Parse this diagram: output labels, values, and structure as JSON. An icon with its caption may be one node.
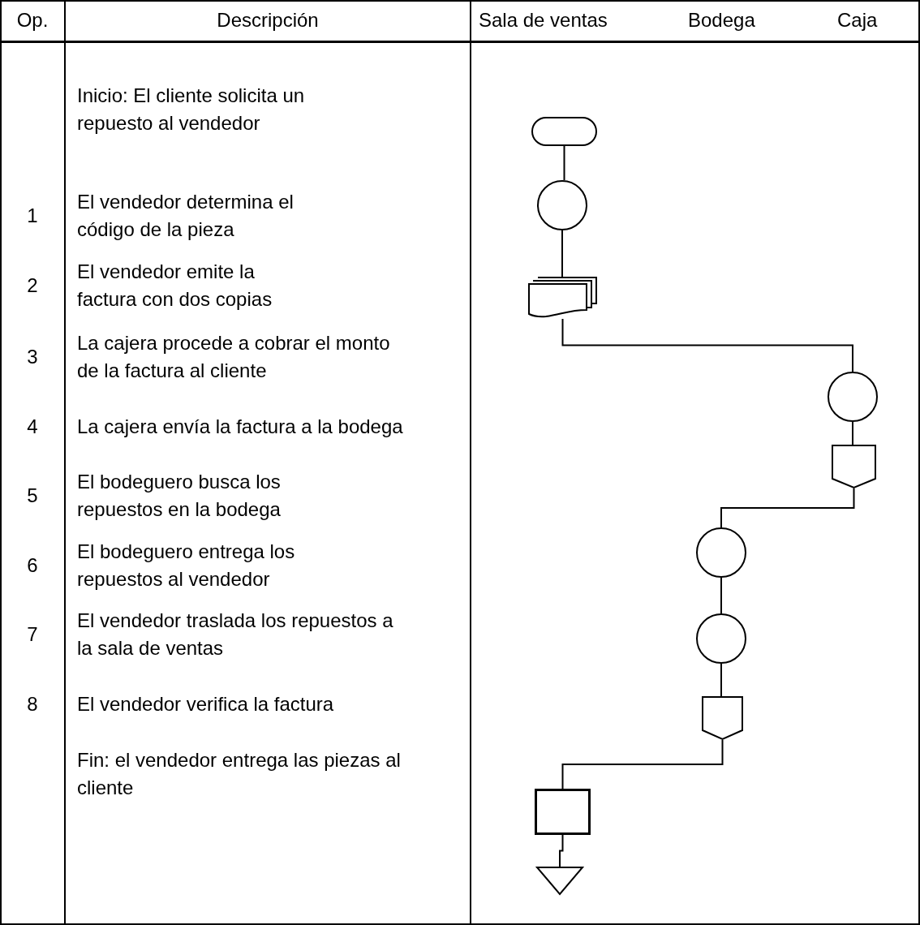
{
  "diagram": {
    "nodes": [
      {
        "text": [],
        "shape": "oval"
      },
      {
        "text": [],
        "shape": "circle"
      },
      {
        "text": [],
        "shape": "document"
      },
      {
        "text": [],
        "shape": "circle"
      },
      {
        "text": [],
        "shape": "pentagon"
      },
      {
        "text": [],
        "shape": "circle"
      },
      {
        "text": [],
        "shape": "circle"
      },
      {
        "text": [],
        "shape": "pentagon"
      },
      {
        "text": [],
        "shape": "box"
      },
      {
        "text": [],
        "shape": "triangle"
      }
    ],
    "edges": [
      {
        "from": 0,
        "to": 1,
        "arrow": "none"
      },
      {
        "from": 1,
        "to": 2,
        "arrow": "none"
      },
      {
        "from": 2,
        "to": 3,
        "arrow": "none"
      },
      {
        "from": 3,
        "to": 4,
        "arrow": "none"
      },
      {
        "from": 4,
        "to": 5,
        "arrow": "none"
      },
      {
        "from": 5,
        "to": 6,
        "arrow": "none"
      },
      {
        "from": 6,
        "to": 7,
        "arrow": "none"
      },
      {
        "from": 7,
        "to": 8,
        "arrow": "none"
      },
      {
        "from": 8,
        "to": 9,
        "arrow": "none"
      }
    ],
    "labels": [
      "Op.",
      "Descripción",
      "Sala de ventas",
      "Bodega",
      "Caja",
      "Inicio: El cliente solicita un repuesto al vendedor",
      "1",
      "El vendedor determina el código de la pieza",
      "2",
      "El vendedor emite la factura con dos copias",
      "3",
      "La cajera procede a cobrar el monto de la factura al cliente",
      "4",
      "La cajera envía la factura a la bodega",
      "5",
      "El bodeguero busca los repuestos en la bodega",
      "6",
      "El bodeguero entrega los repuestos al vendedor",
      "7",
      "El vendedor traslada los repuestos a la sala de ventas",
      "8",
      "El vendedor verifica la factura",
      "Fin: el vendedor entrega las piezas al cliente"
    ]
  }
}
